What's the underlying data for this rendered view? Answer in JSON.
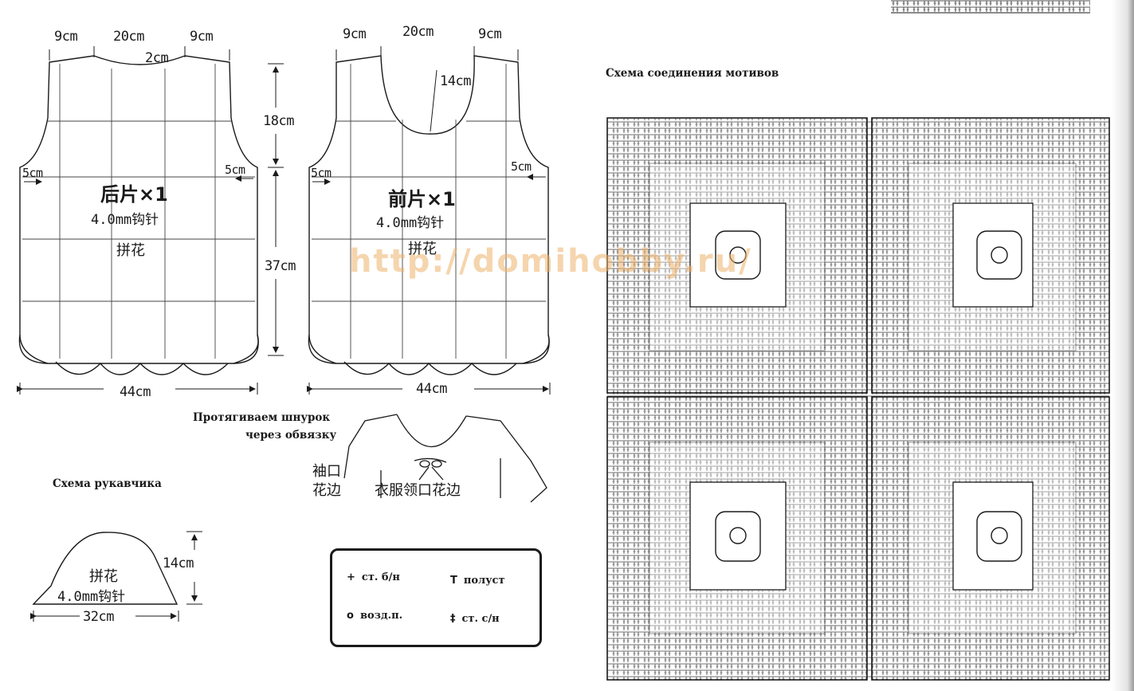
{
  "back_piece": {
    "top_dims": [
      "9cm",
      "20cm",
      "9cm"
    ],
    "neck_depth": "2cm",
    "side_inset_left": "5cm",
    "side_inset_right": "5cm",
    "title": "后片×1",
    "hook": "4.0mm钩针",
    "stitch": "拼花",
    "width": "44cm"
  },
  "height_dims": {
    "armhole": "18cm",
    "body": "37cm"
  },
  "front_piece": {
    "top_dims": [
      "9cm",
      "20cm",
      "9cm"
    ],
    "neck_depth": "14cm",
    "side_inset_left": "5cm",
    "side_inset_right": "5cm",
    "title": "前片×1",
    "hook": "4.0mm钩针",
    "stitch": "拼花",
    "width": "44cm"
  },
  "lace_note": {
    "line1": "Протягиваем шнурок",
    "line2": "через обвязку"
  },
  "trim_sketch": {
    "cuff_line1": "袖口",
    "cuff_line2": "花边",
    "collar": "衣服领口花边"
  },
  "sleeve": {
    "heading": "Схема рукавчика",
    "stitch": "拼花",
    "hook": "4.0mm钩针",
    "height": "14cm",
    "width": "32cm"
  },
  "legend": {
    "sc": {
      "symbol": "+",
      "label": "ст. б/н"
    },
    "ch": {
      "symbol": "o",
      "label": "возд.п."
    },
    "hdc": {
      "symbol": "T",
      "label": "полуст"
    },
    "dc": {
      "symbol": "‡",
      "label": "ст. с/н"
    }
  },
  "motif_chart": {
    "heading": "Схема соединения мотивов"
  },
  "watermark": "http://domihobby.ru/",
  "colors": {
    "ink": "#1a1a1a",
    "watermark": "#ecb26c",
    "paper": "#ffffff"
  }
}
